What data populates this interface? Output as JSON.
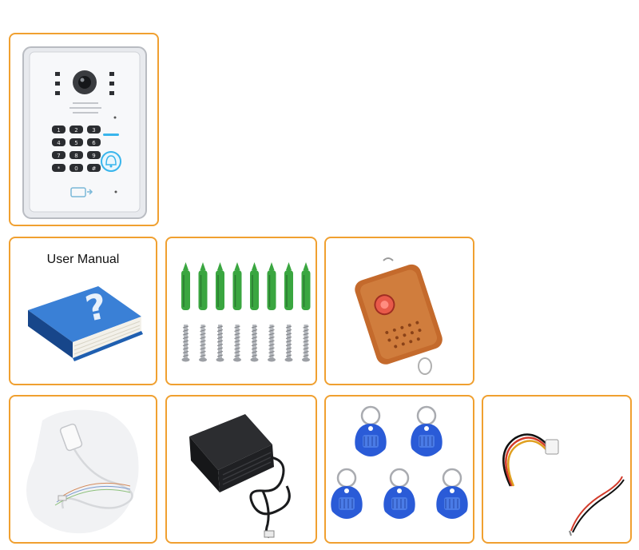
{
  "tiles": {
    "doorbell": {
      "name": "doorbell-unit"
    },
    "manual": {
      "title": "User Manual"
    },
    "anchors": {
      "name": "wall-anchors-and-screws"
    },
    "remote": {
      "name": "remote-control"
    },
    "cable": {
      "name": "camera-cable"
    },
    "adapter": {
      "name": "power-adapter"
    },
    "tags": {
      "name": "rfid-key-tags"
    },
    "wires": {
      "name": "connection-wires"
    }
  },
  "keypad": {
    "keys": [
      "1",
      "2",
      "3",
      "4",
      "5",
      "6",
      "7",
      "8",
      "9",
      "*",
      "0",
      "#"
    ]
  },
  "colors": {
    "border": "#f0a030",
    "tag_blue": "#2a5bd7",
    "anchor_green": "#3aa640",
    "book_blue": "#1f5fb0"
  }
}
